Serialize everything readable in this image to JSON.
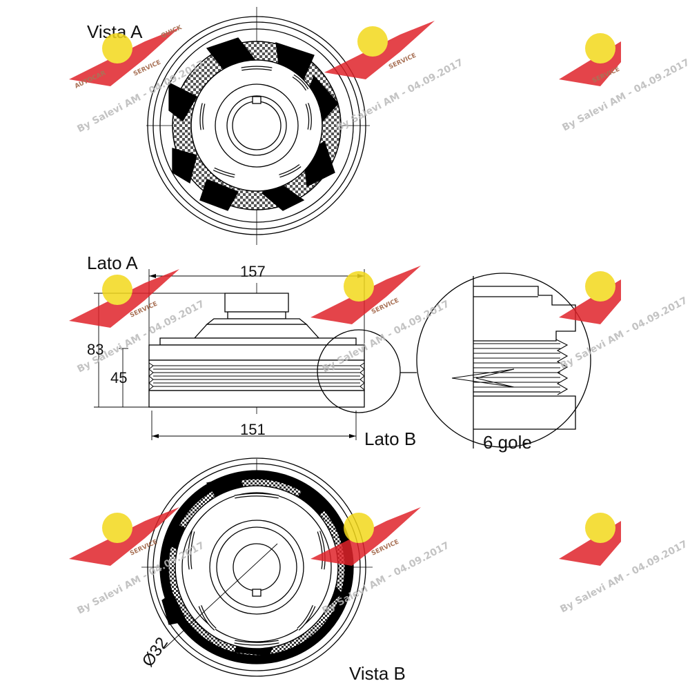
{
  "labels": {
    "vista_a": "Vista A",
    "lato_a": "Lato A",
    "lato_b": "Lato B",
    "vista_b": "Vista B",
    "gole": "6 gole"
  },
  "dimensions": {
    "outer_diameter": "157",
    "pulley_diameter": "151",
    "total_height": "83",
    "pulley_height": "45",
    "bore_diameter": "Ø32"
  },
  "watermark": {
    "text": "By Salevi AM - 04.09.2017",
    "logo_upper": "QUICK",
    "logo_lower": "SERVICE",
    "logo_left": "AUTOCAR",
    "colors": {
      "wing": "#e0232a",
      "badge": "#f3d81a",
      "text": "#b9b9b9"
    }
  },
  "colors": {
    "line": "#000000",
    "background": "#ffffff"
  }
}
